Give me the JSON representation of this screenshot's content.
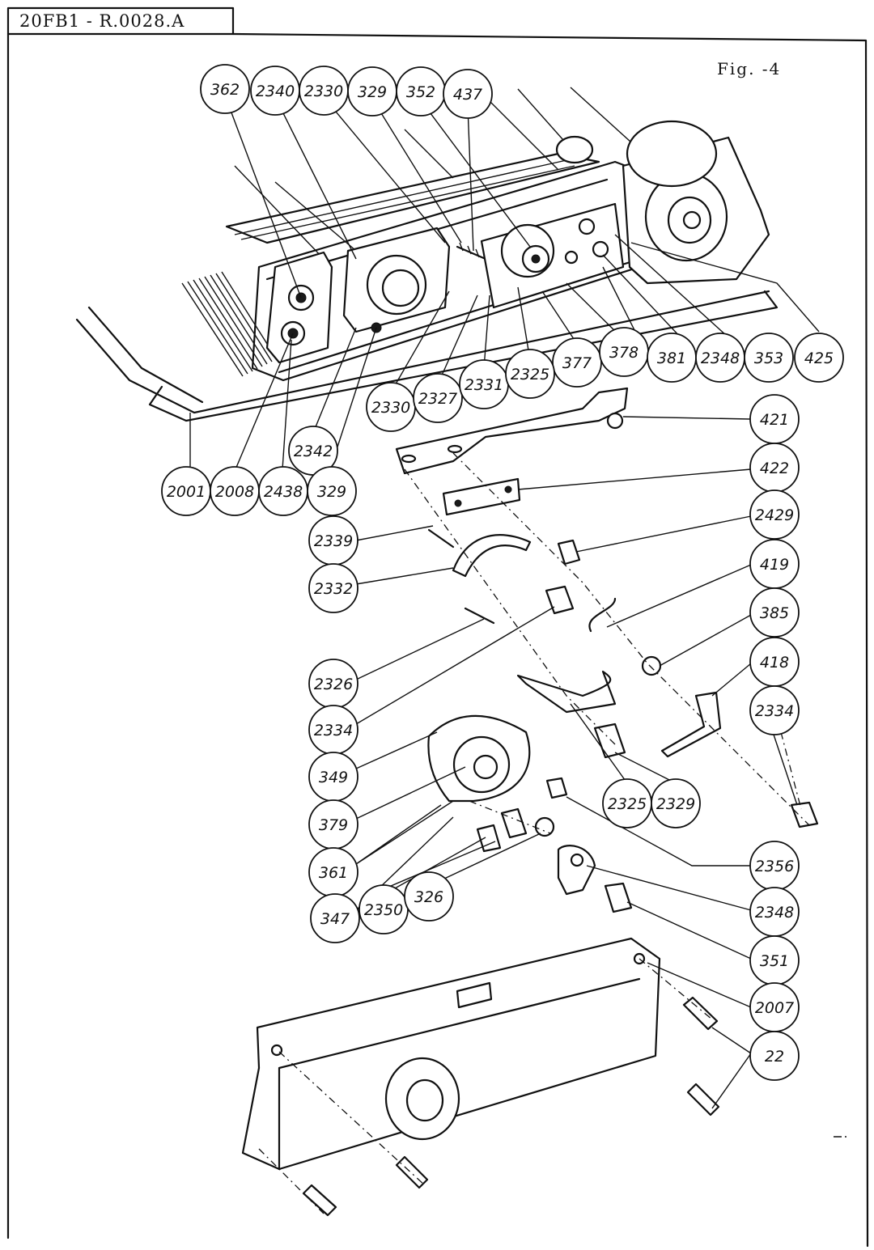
{
  "document": {
    "reference_code": "20FB1 - R.0028.A",
    "figure_label": "Fig. -4"
  },
  "callouts": [
    {
      "label": "362"
    },
    {
      "label": "2340"
    },
    {
      "label": "2330"
    },
    {
      "label": "329"
    },
    {
      "label": "352"
    },
    {
      "label": "437"
    },
    {
      "label": "377"
    },
    {
      "label": "378"
    },
    {
      "label": "381"
    },
    {
      "label": "2348"
    },
    {
      "label": "353"
    },
    {
      "label": "425"
    },
    {
      "label": "2330"
    },
    {
      "label": "2327"
    },
    {
      "label": "2331"
    },
    {
      "label": "2325"
    },
    {
      "label": "2342"
    },
    {
      "label": "2001"
    },
    {
      "label": "2008"
    },
    {
      "label": "2438"
    },
    {
      "label": "329"
    },
    {
      "label": "421"
    },
    {
      "label": "422"
    },
    {
      "label": "2429"
    },
    {
      "label": "419"
    },
    {
      "label": "385"
    },
    {
      "label": "418"
    },
    {
      "label": "2334"
    },
    {
      "label": "2339"
    },
    {
      "label": "2332"
    },
    {
      "label": "2326"
    },
    {
      "label": "2334"
    },
    {
      "label": "349"
    },
    {
      "label": "379"
    },
    {
      "label": "361"
    },
    {
      "label": "347"
    },
    {
      "label": "2350"
    },
    {
      "label": "326"
    },
    {
      "label": "2325"
    },
    {
      "label": "2329"
    },
    {
      "label": "2356"
    },
    {
      "label": "2348"
    },
    {
      "label": "351"
    },
    {
      "label": "2007"
    },
    {
      "label": "22"
    }
  ]
}
